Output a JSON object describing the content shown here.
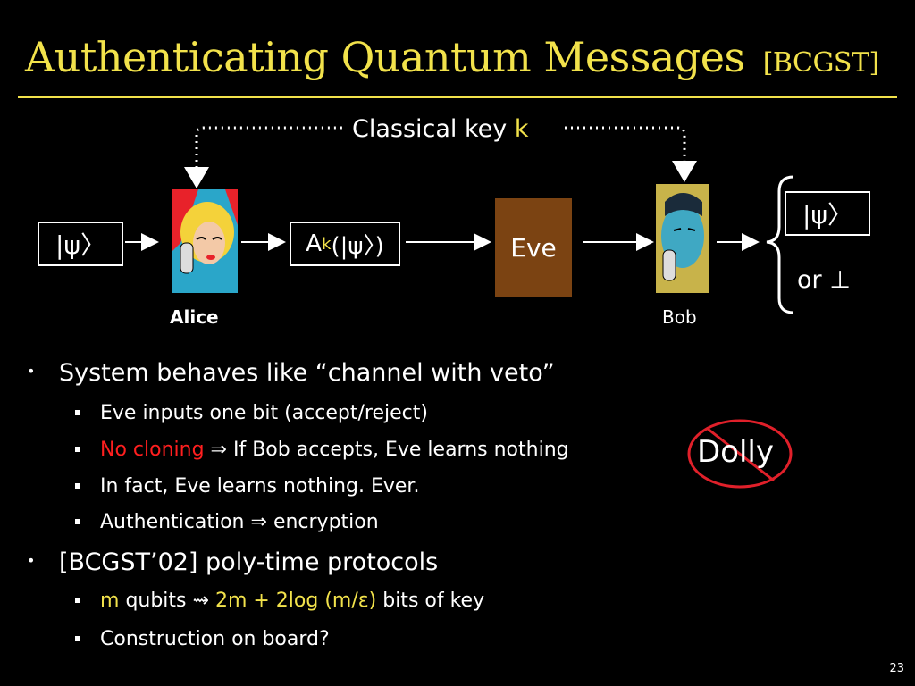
{
  "slide": {
    "title": "Authenticating Quantum Messages",
    "title_cite": "[BCGST]",
    "page_number": "23"
  },
  "diagram": {
    "key_label": "Classical key",
    "key_symbol": "k",
    "input_state": "|ψ〉",
    "encoded_prefix": "A",
    "encoded_sub": "k",
    "encoded_state": "(|ψ〉)",
    "eve_label": "Eve",
    "alice_label": "Alice",
    "bob_label": "Bob",
    "output_state": "|ψ〉",
    "output_or": "or ⊥"
  },
  "bullets": {
    "b1": "System behaves like “channel with veto”",
    "b1_1": "Eve inputs one bit (accept/reject)",
    "b1_2_red": "No cloning",
    "b1_2_arrow": "⇒",
    "b1_2_rest": "If Bob accepts, Eve learns nothing",
    "b1_3": "In fact, Eve learns nothing. Ever.",
    "b1_4_a": "Authentication",
    "b1_4_arrow": "⇒",
    "b1_4_b": "encryption",
    "b2": "[BCGST’02] poly-time protocols",
    "b2_1_m": "m",
    "b2_1_qubits": "qubits",
    "b2_1_arrow": "⇝",
    "b2_1_formula": "2m + 2log (m/ε)",
    "b2_1_rest": "bits of key",
    "b2_2": "Construction on board?"
  },
  "dolly": {
    "text": "Dolly"
  },
  "colors": {
    "title": "#f2e24b",
    "highlight": "#f2e24b",
    "red": "#ff1f1f",
    "eve_box": "#7b4312"
  }
}
